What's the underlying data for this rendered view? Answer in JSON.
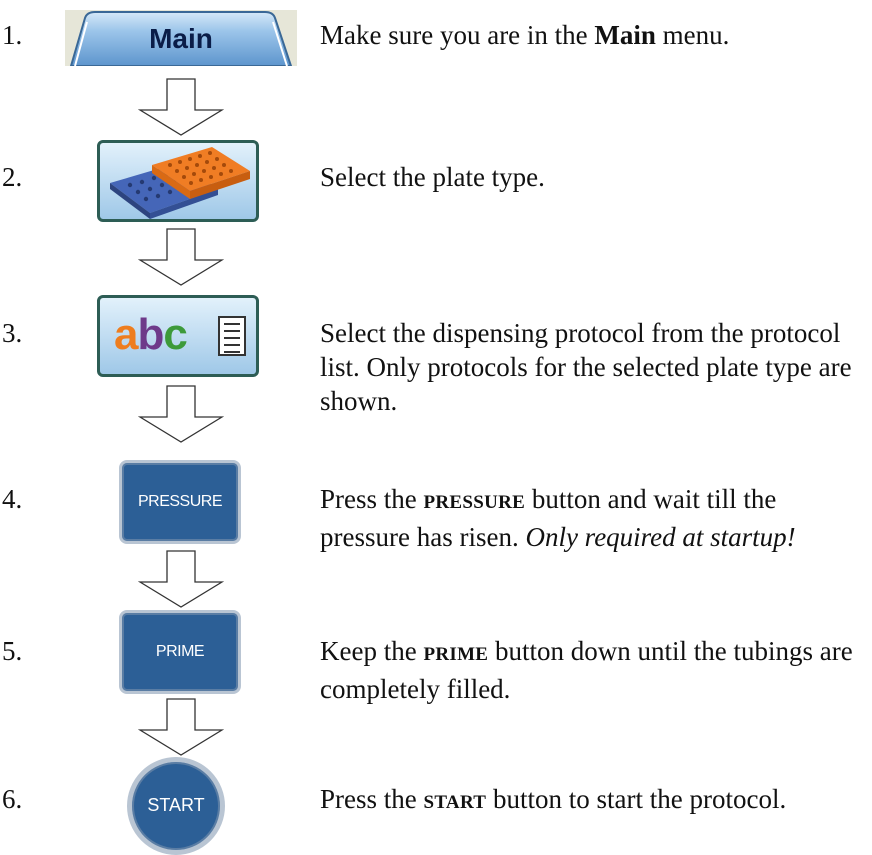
{
  "steps": [
    {
      "number": "1.",
      "icon": "main-tab",
      "tab_label": "Main"
    },
    {
      "number": "2.",
      "icon": "plate-type-icon"
    },
    {
      "number": "3.",
      "icon": "protocol-list-icon",
      "icon_text": "abc"
    },
    {
      "number": "4.",
      "icon": "pressure-button",
      "button_label": "PRESSURE"
    },
    {
      "number": "5.",
      "icon": "prime-button",
      "button_label": "PRIME"
    },
    {
      "number": "6.",
      "icon": "start-button",
      "button_label": "START"
    }
  ],
  "descriptions": {
    "s1_pre": "Make sure you are in the ",
    "s1_bold": "Main",
    "s1_post": " menu.",
    "s2": "Select the plate type.",
    "s3": "Select the dispensing protocol from the protocol list. Only protocols for the selected plate type are shown.",
    "s4_pre": "Press the ",
    "s4_bold": "PRESSURE",
    "s4_mid": " button and wait till the pressure has risen. ",
    "s4_italic": "Only required at startup!",
    "s5_pre": "Keep the ",
    "s5_bold": "PRIME",
    "s5_post": " button down until the tubings are completely filled.",
    "s6_pre": "Press the ",
    "s6_bold": "START",
    "s6_post": " button to start the protocol."
  },
  "colors": {
    "button_blue": "#2c5f96",
    "tab_gradient_top": "#d6e9f8",
    "tab_gradient_bottom": "#5d95cd",
    "plate_orange": "#f07d24",
    "plate_blue": "#4566b8"
  }
}
